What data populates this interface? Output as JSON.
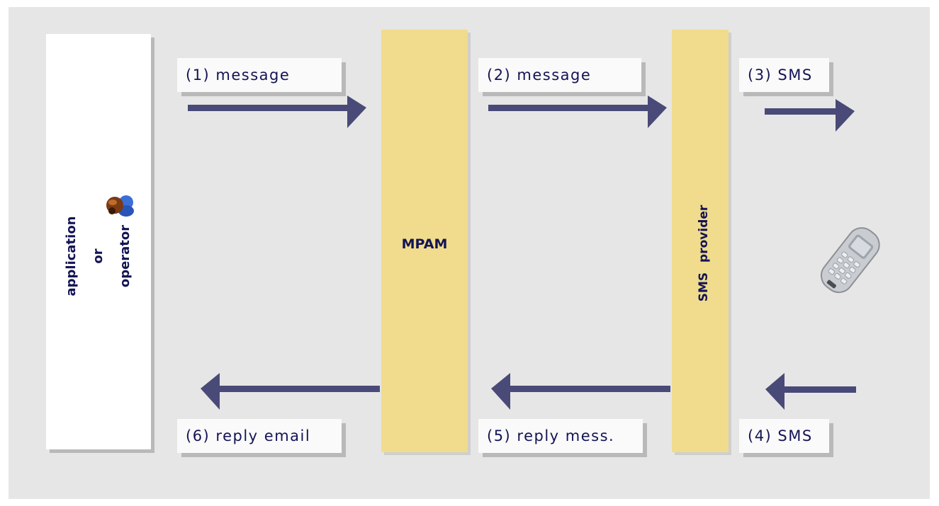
{
  "nodes": {
    "application": {
      "line1": "application",
      "line2": "or",
      "line3": "operator"
    },
    "mpam": {
      "label": "MPAM"
    },
    "sms_provider": {
      "label": "SMS provider"
    }
  },
  "flows": {
    "step1": "(1) message",
    "step2": "(2) message",
    "step3": "(3) SMS",
    "step4": "(4) SMS",
    "step5": "(5) reply mess.",
    "step6": "(6) reply email"
  },
  "icons": {
    "operator": "operator-icon",
    "phone": "mobile-phone-icon"
  },
  "colors": {
    "background": "#e6e6e6",
    "server_panel": "#f0dc8c",
    "arrow": "#4a4a78",
    "text": "#141455"
  }
}
